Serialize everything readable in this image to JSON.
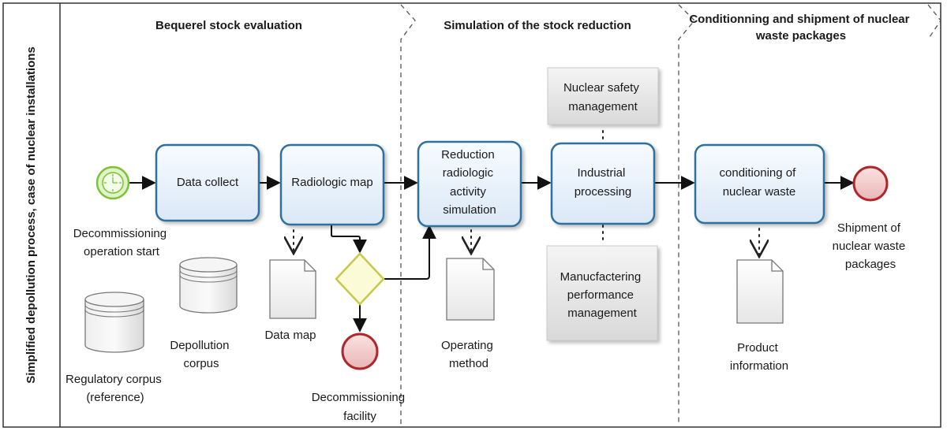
{
  "lane": {
    "title": "Simplified depollution process, case of nuclear installations"
  },
  "phases": [
    {
      "id": "phase-1",
      "title": "Bequerel stock evaluation"
    },
    {
      "id": "phase-2",
      "title": "Simulation of the stock reduction"
    },
    {
      "id": "phase-3",
      "title_lines": [
        "Conditionning and shipment of nuclear",
        "waste packages"
      ]
    }
  ],
  "events": {
    "start": {
      "label_lines": [
        "Decommissioning",
        "operation start"
      ]
    },
    "end_facility": {
      "label_lines": [
        "Decommissioning",
        "facility"
      ]
    },
    "end_shipment": {
      "label_lines": [
        "Shipment of",
        "nuclear waste",
        "packages"
      ]
    }
  },
  "tasks": {
    "data_collect": {
      "label_lines": [
        "Data collect"
      ]
    },
    "radiologic_map": {
      "label_lines": [
        "Radiologic map"
      ]
    },
    "reduction_sim": {
      "label_lines": [
        "Reduction",
        "radiologic",
        "activity",
        "simulation"
      ]
    },
    "industrial_processing": {
      "label_lines": [
        "Industrial",
        "processing"
      ]
    },
    "conditioning": {
      "label_lines": [
        "conditioning of",
        "nuclear waste"
      ]
    }
  },
  "notes": {
    "nuclear_safety": {
      "label_lines": [
        "Nuclear safety",
        "management"
      ]
    },
    "manufacturing": {
      "label_lines": [
        "Manucfactering",
        "performance",
        "management"
      ]
    }
  },
  "datastores": {
    "regulatory": {
      "label_lines": [
        "Regulatory corpus",
        "(reference)"
      ]
    },
    "depollution": {
      "label_lines": [
        "Depollution",
        "corpus"
      ]
    }
  },
  "documents": {
    "data_map": {
      "label_lines": [
        "Data map"
      ]
    },
    "operating_method": {
      "label_lines": [
        "Operating",
        "method"
      ]
    },
    "product_info": {
      "label_lines": [
        "Product",
        "information"
      ]
    }
  },
  "colors": {
    "task_border": "#2f6f9e",
    "start_event": "#7dc03a",
    "end_event": "#b0262b",
    "gateway": "#c8c84a"
  }
}
